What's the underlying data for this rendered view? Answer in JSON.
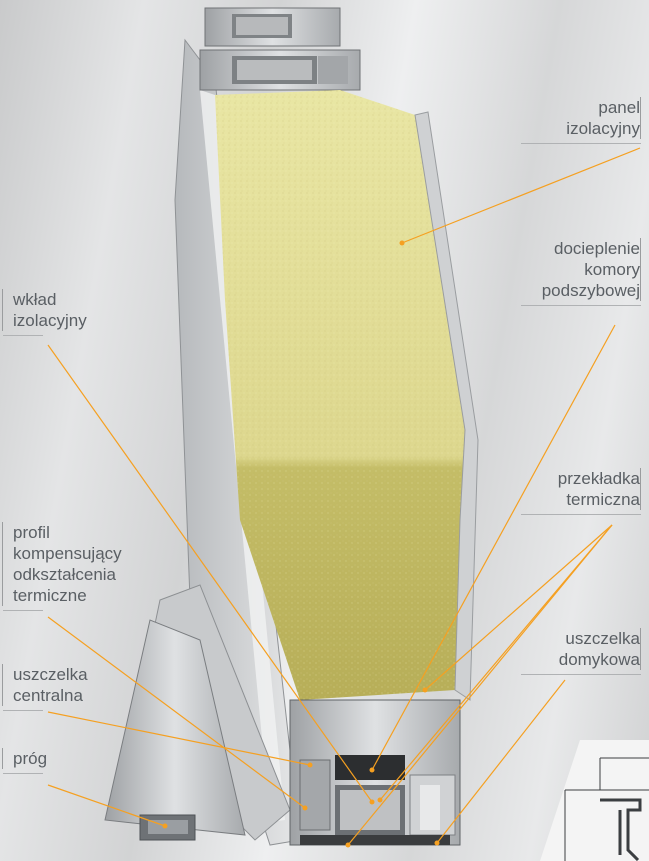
{
  "labels": {
    "panel": [
      "panel",
      "izolacyjny"
    ],
    "docieplenie": [
      "docieplenie",
      "komory",
      "podszybowej"
    ],
    "przekladka": [
      "przekładka",
      "termiczna"
    ],
    "uszczelka_domykowa": [
      "uszczelka",
      "domykowa"
    ],
    "wklad": [
      "wkład",
      "izolacyjny"
    ],
    "profil": [
      "profil",
      "kompensujący",
      "odkształcenia",
      "termiczne"
    ],
    "uszczelka_centralna": [
      "uszczelka",
      "centralna"
    ],
    "prog": [
      "próg"
    ]
  },
  "colors": {
    "leader": "#f5a021",
    "foam": "#e6e29a",
    "foam_shadow": "#bdb45a",
    "aluminium": "#c4c6c8",
    "text": "#5a5f64"
  }
}
